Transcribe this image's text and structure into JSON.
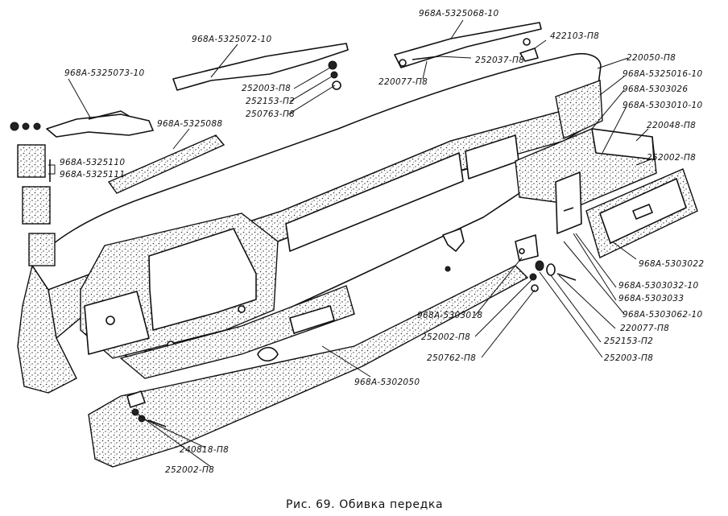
{
  "caption": "Рис. 69. Обивка передка",
  "parts": [
    "968А-5325068-10",
    "422103-П8",
    "252037-П8",
    "220077-П8",
    "968А-5325072-10",
    "252003-П8",
    "252153-П2",
    "250763-П8",
    "968А-5325073-10",
    "968А-5325088",
    "968А-5325110",
    "968А-5325111",
    "220050-П8",
    "968А-5325016-10",
    "968А-5303026",
    "968А-5303010-10",
    "220048-П8",
    "252002-П8",
    "968А-5303022",
    "968А-5303032-10",
    "968А-5303033",
    "968А-5303062-10",
    "220077-П8",
    "252153-П2",
    "252003-П8",
    "968А-5303018",
    "252002-П8",
    "250762-П8",
    "968А-5302050",
    "240818-П8",
    "252002-П8"
  ]
}
